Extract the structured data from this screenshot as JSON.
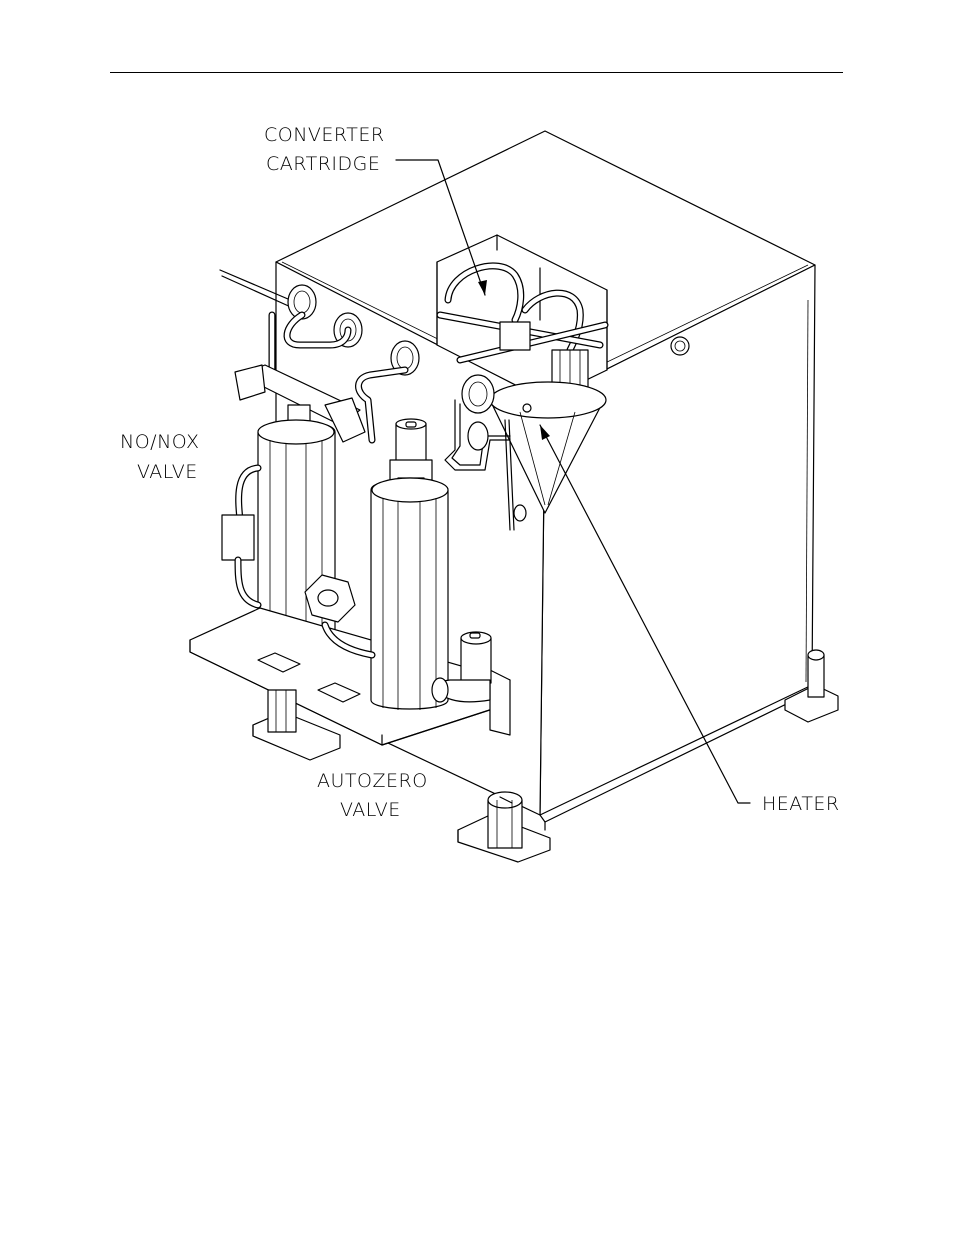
{
  "labels": {
    "converter_line1": "CONVERTER",
    "converter_line2": "CARTRIDGE",
    "no_nox_line1": "NO/NOX",
    "no_nox_line2": "VALVE",
    "autozero_line1": "AUTOZERO",
    "autozero_line2": "VALVE",
    "heater": "HEATER"
  }
}
